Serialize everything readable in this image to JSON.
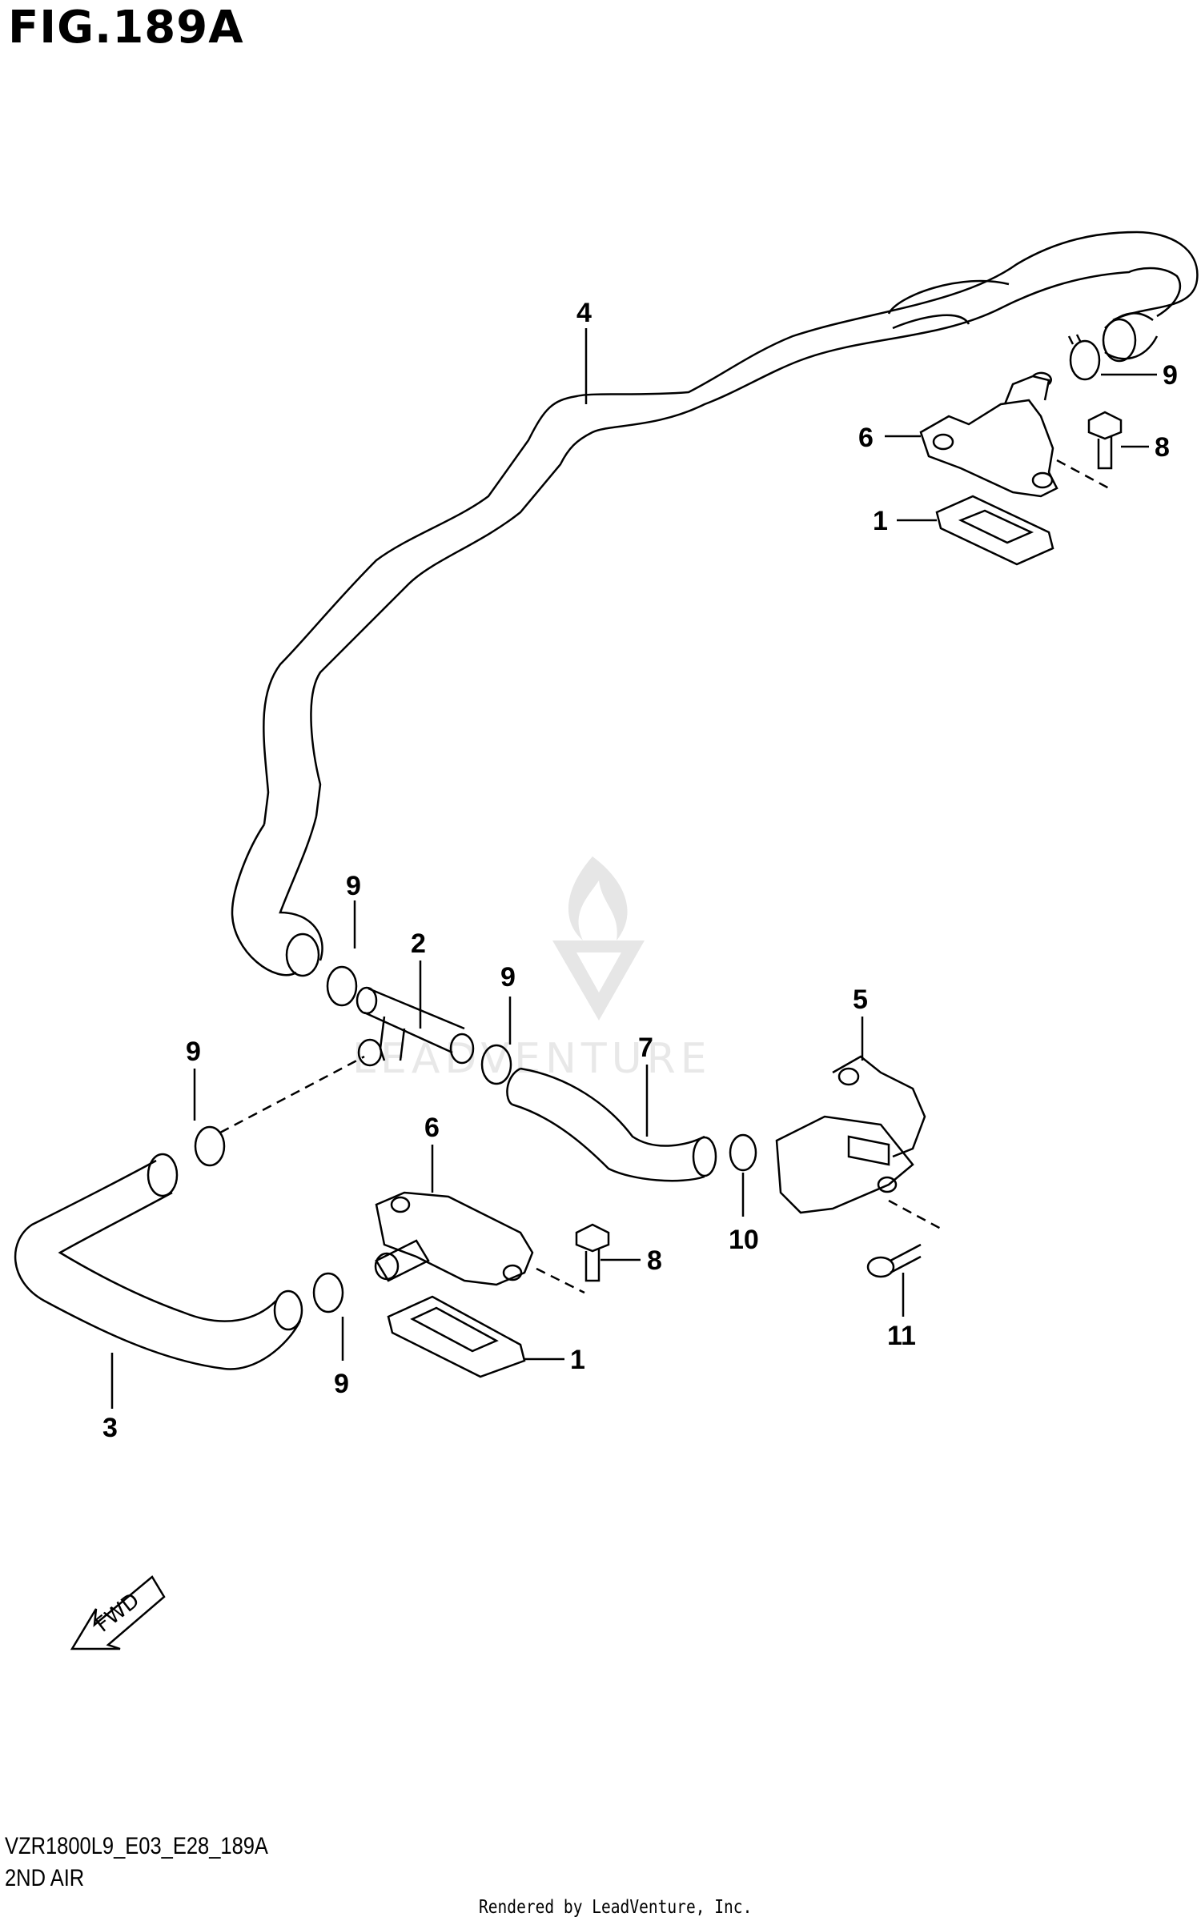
{
  "figure_title": "FIG.189A",
  "model_code": "VZR1800L9_E03_E28_189A",
  "section_name": "2ND AIR",
  "rendered_by": "Rendered by LeadVenture, Inc.",
  "watermark_text": "LEADVENTURE",
  "fwd_label": "FWD",
  "callouts": [
    "4",
    "9",
    "6",
    "8",
    "1",
    "9",
    "2",
    "9",
    "9",
    "7",
    "5",
    "6",
    "8",
    "1",
    "10",
    "11",
    "9",
    "3"
  ]
}
